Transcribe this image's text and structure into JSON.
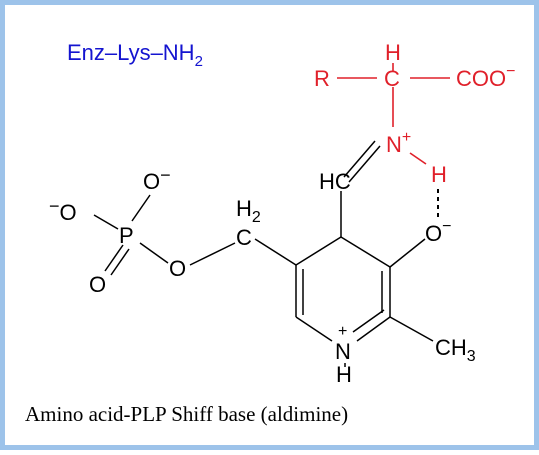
{
  "colors": {
    "border": "#9dc3ea",
    "enzyme": "#1414d0",
    "amino_acid": "#e0202a",
    "pyridoxal": "#000000"
  },
  "enzyme": {
    "base": "Enz–Lys–NH",
    "sub": "2"
  },
  "amino_acid": {
    "R": "R",
    "H_top": "H",
    "C_alpha": "C",
    "carboxylate": "COO",
    "carboxylate_charge": "−",
    "N": "N",
    "N_charge": "+",
    "H_bond": "H"
  },
  "plp": {
    "O_minus_top": "O",
    "O_minus_top_charge": "−",
    "O_minus_left": "O",
    "O_minus_left_charge": "−",
    "P": "P",
    "O_double": "O",
    "O_ester": "O",
    "CH2_H": "H",
    "CH2_sub": "2",
    "CH2_C": "C",
    "HC": "HC",
    "phenolate_O": "O",
    "phenolate_charge": "−",
    "ring_N": "N",
    "ring_N_charge": "+",
    "ring_N_H": "H",
    "methyl_base": "CH",
    "methyl_sub": "3"
  },
  "caption": "Amino acid-PLP Shiff base (aldimine)"
}
